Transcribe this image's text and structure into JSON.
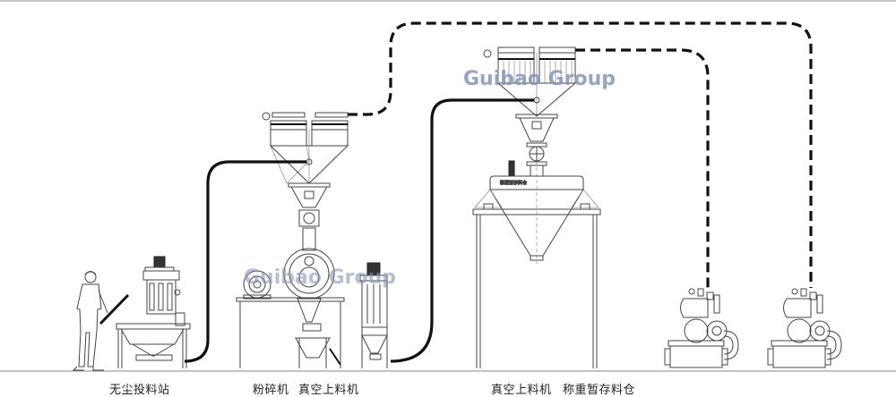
{
  "diagram": {
    "title": "Vacuum conveying process layout",
    "watermarks": [
      "Guibao Group",
      "Guibao Group"
    ],
    "watermark_color": "#8796b8",
    "labels": {
      "dust_free_station": "无尘投料站",
      "mill": "粉碎机",
      "vacuum_loader_1": "真空上料机",
      "vacuum_loader_2": "真空上料机",
      "weighing_silo": "称重暂存料仓"
    },
    "silo_nameplate": "称重暂存料仓",
    "pipelines": [
      {
        "type": "solid",
        "from": "dust_free_station",
        "to": "vacuum_loader_1",
        "meaning": "material line"
      },
      {
        "type": "solid",
        "from": "mill_cyclone",
        "to": "vacuum_loader_2",
        "meaning": "material line"
      },
      {
        "type": "dashed",
        "from": "vacuum_loader_1",
        "to": "vacuum_pump_2",
        "meaning": "vacuum line"
      },
      {
        "type": "dashed",
        "from": "vacuum_loader_2",
        "to": "vacuum_pump_1",
        "meaning": "vacuum line"
      }
    ],
    "equipment_count": {
      "vacuum_pumps": 2,
      "vacuum_loaders": 2
    }
  }
}
